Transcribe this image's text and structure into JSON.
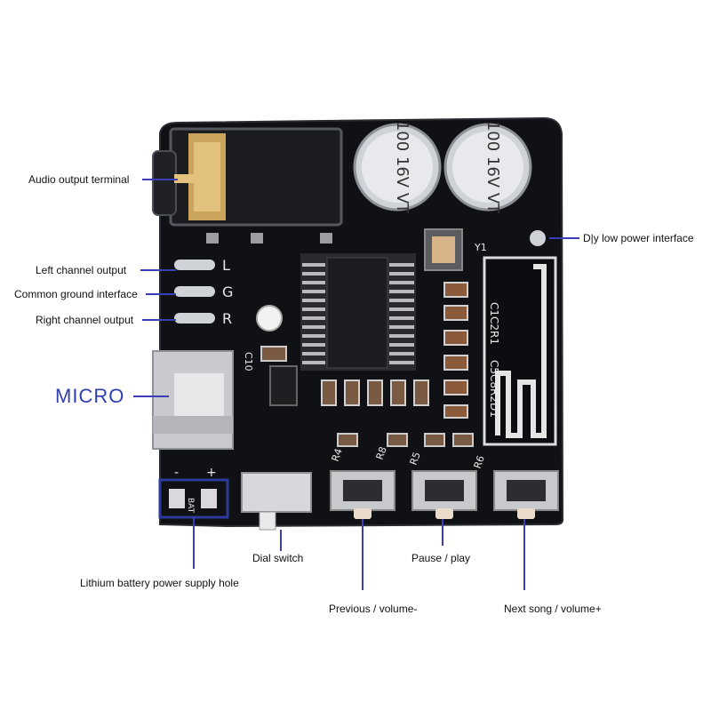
{
  "labels": {
    "audio_output_terminal": "Audio output terminal",
    "left_channel_output": "Left channel output",
    "common_ground_interface": "Common ground interface",
    "right_channel_output": "Right channel output",
    "micro": "MICRO",
    "diy_low_power_interface": "D|y low power interface",
    "dial_switch": "Dial switch",
    "pause_play": "Pause / play",
    "lithium_battery_power_supply_hole": "Lithium battery power supply hole",
    "previous_volume_minus": "Previous / volume-",
    "next_song_volume_plus": "Next song / volume+"
  },
  "board_markings": {
    "cap_left": "100 16V VT",
    "cap_right": "100 16V VT",
    "pin_l": "L",
    "pin_g": "G",
    "pin_r": "R",
    "silk_c10": "C10",
    "silk_c1c2r1": "C1C2R1",
    "silk_c5c8r2d1": "C5C8R2D1",
    "silk_r4": "R4",
    "silk_r5": "R5",
    "silk_r6": "R6",
    "silk_r8": "R8",
    "silk_bat": "BAT",
    "silk_minus": "-",
    "silk_plus": "+",
    "silk_y1": "Y1"
  },
  "colors": {
    "board": "#101114",
    "leader_line": "#3a3fb8",
    "gold": "#c9a45a",
    "highlight_box": "#2c3a9c"
  }
}
